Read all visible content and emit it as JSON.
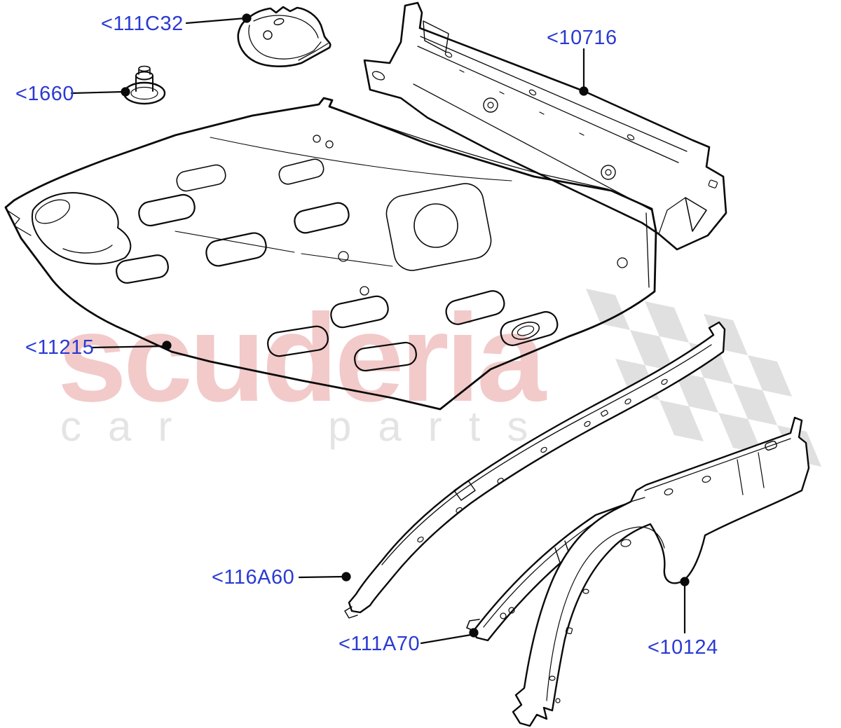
{
  "page": {
    "background": "#ffffff"
  },
  "watermark": {
    "brand": "scuderia",
    "tagline": "car parts",
    "brand_color": "#f2caca",
    "tagline_color": "#e4e4e4",
    "checker_color": "#e0e0e0"
  },
  "label_style": {
    "color": "#2a3ad2"
  },
  "labels": [
    {
      "id": "111C32",
      "text": "<111C32"
    },
    {
      "id": "1660",
      "text": "<1660"
    },
    {
      "id": "10716",
      "text": "<10716"
    },
    {
      "id": "11215",
      "text": "<11215"
    },
    {
      "id": "116A60",
      "text": "<116A60"
    },
    {
      "id": "111A70",
      "text": "<111A70"
    },
    {
      "id": "10124",
      "text": "<10124"
    }
  ]
}
